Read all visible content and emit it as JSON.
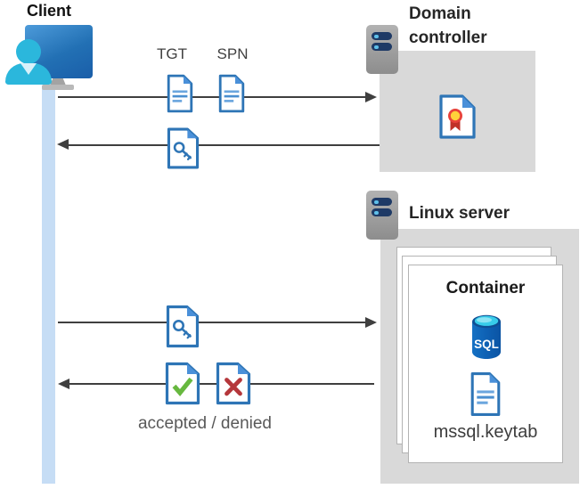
{
  "client": {
    "label": "Client"
  },
  "kerberos_flow": {
    "tgt_label": "TGT",
    "spn_label": "SPN",
    "result_label": "accepted / denied"
  },
  "domain_controller": {
    "label": "Domain controller"
  },
  "linux_server": {
    "label": "Linux server"
  },
  "container": {
    "label": "Container",
    "sql_badge": "SQL",
    "keytab_file": "mssql.keytab"
  },
  "icons": {
    "client": [
      "monitor-icon",
      "person-icon"
    ],
    "server": "server-icon",
    "documents": [
      "ticket-document-icon",
      "key-document-icon",
      "certificate-document-icon",
      "check-document-icon",
      "x-document-icon"
    ],
    "database": "sql-database-icon",
    "arrows": [
      "arrow-right-icon",
      "arrow-left-icon"
    ]
  },
  "colors": {
    "document_blue": "#2E75B6",
    "fold_blue": "#4A90D9",
    "doc_line_blue": "#4A8FD0",
    "box_gray": "#D9D9D9",
    "arrow_gray": "#3F3F3F",
    "client_band_blue": "#C6DDF5",
    "person_cyan": "#2BB7DC",
    "monitor_blue": "#2270B4",
    "server_bar_navy": "#1E3A66",
    "check_green": "#67B83F",
    "denied_red": "#B5373B",
    "seal_red": "#E8423A",
    "seal_yellow": "#FFD23A",
    "sql_top_cyan": "#38CDEA",
    "sql_body_blue": "#0E61B4"
  }
}
